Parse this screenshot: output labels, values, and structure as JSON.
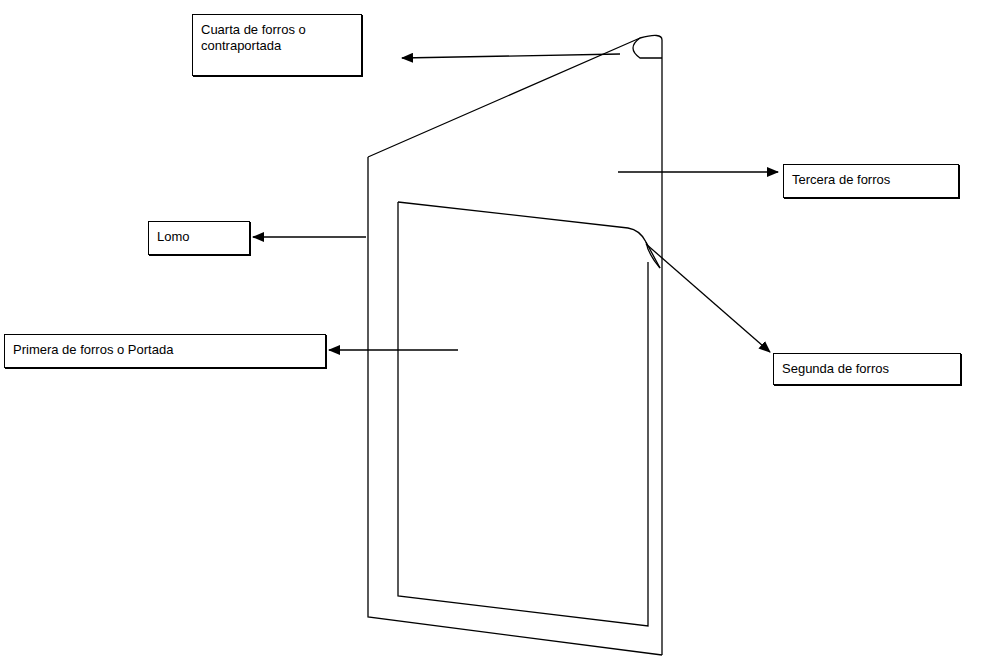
{
  "diagram": {
    "nodes": [
      {
        "text": [
          "Cuarta de forros o contraportada"
        ]
      },
      {
        "text": [
          "Tercera de forros"
        ]
      },
      {
        "text": [
          "Lomo"
        ]
      },
      {
        "text": [
          "Primera de forros o Portada"
        ]
      },
      {
        "text": [
          "Segunda de forros"
        ]
      }
    ]
  }
}
